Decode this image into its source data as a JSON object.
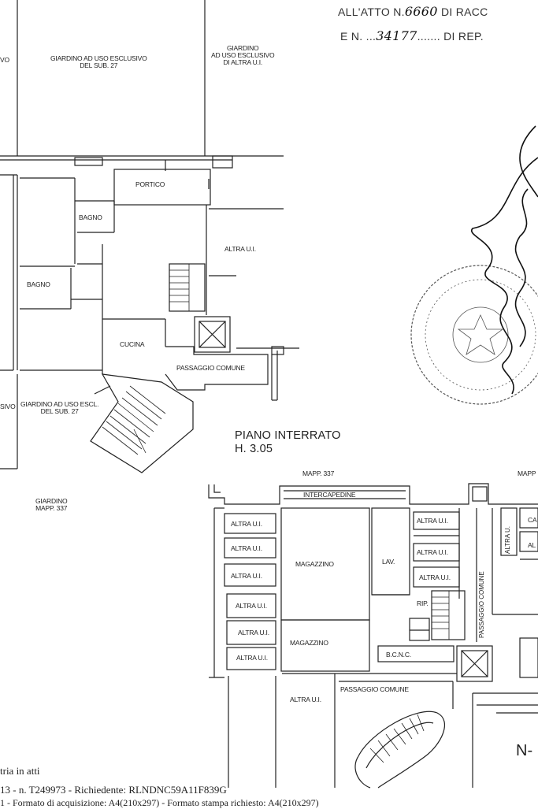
{
  "header": {
    "line1_prefix": "ALL'ATTO N.",
    "atto_number": "6660",
    "line1_suffix": "DI RACC",
    "line2_prefix": "E N.",
    "rep_number": "34177",
    "line2_suffix": "....... DI REP."
  },
  "upper_floor": {
    "labels": {
      "vo_top": "VO",
      "garden_sub27": "GIARDINO AD USO ESCLUSIVO\nDEL SUB. 27",
      "garden_other": "GIARDINO\nAD USO ESCLUSIVO\nDI ALTRA U.I.",
      "portico": "PORTICO",
      "bagno_1": "BAGNO",
      "bagno_2": "BAGNO",
      "altra_ui": "ALTRA U.I.",
      "cucina": "CUCINA",
      "passaggio_comune": "PASSAGGIO COMUNE",
      "sivo": "SIVO",
      "garden_escl": "GIARDINO AD USO ESCL.\nDEL SUB. 27",
      "garden_mapp": "GIARDINO\nMAPP. 337"
    }
  },
  "basement": {
    "title": "PIANO INTERRATO",
    "height": "H. 3.05",
    "mapp_1": "MAPP. 337",
    "mapp_2": "MAPP",
    "intercapedine": "INTERCAPEDINE",
    "left_units": [
      "ALTRA U.I.",
      "ALTRA U.I.",
      "ALTRA U.I.",
      "ALTRA U.I.",
      "ALTRA U.I.",
      "ALTRA U.I."
    ],
    "magazzino_1": "MAGAZZINO",
    "magazzino_2": "MAGAZZINO",
    "lav": "LAV.",
    "right_units": [
      "ALTRA U.I.",
      "ALTRA U.I.",
      "ALTRA U.I."
    ],
    "altra_vertical": "ALTRA U.",
    "ca": "CA",
    "al": "AL",
    "rip": "RIP.",
    "passaggio_vertical": "PASSAGGIO COMUNE",
    "bcnc": "B.C.N.C.",
    "altra_ui_bottom": "ALTRA U.I.",
    "passaggio_comune": "PASSAGGIO COMUNE",
    "north": "N-"
  },
  "footer": {
    "line1": "tria in atti",
    "line2": "13 - n. T249973 - Richiedente: RLNDNC59A11F839G",
    "line3": "1 - Formato di acquisizione: A4(210x297) - Formato stampa richiesto: A4(210x297)"
  }
}
